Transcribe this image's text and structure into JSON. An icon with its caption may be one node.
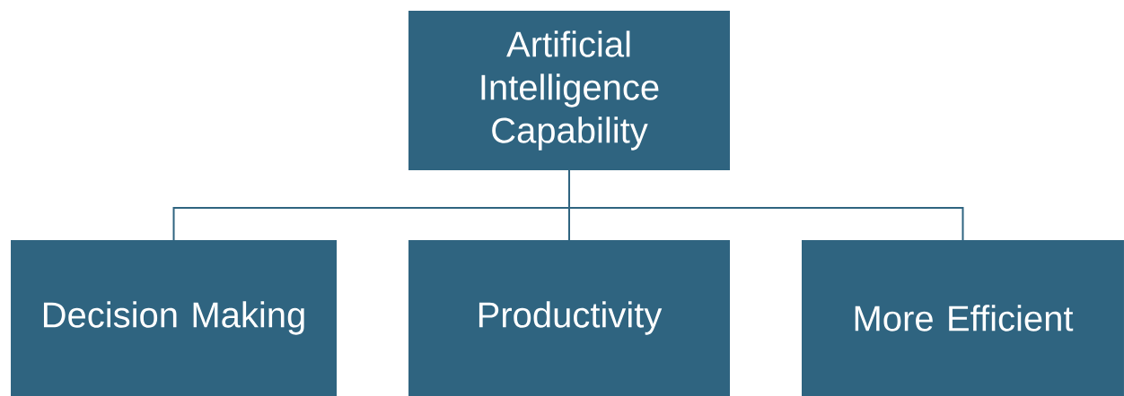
{
  "diagram": {
    "nodes": [
      {
        "text": [
          "Artificial Intelligence Capability"
        ]
      },
      {
        "text": [
          "Decision Making"
        ]
      },
      {
        "text": [
          "Productivity"
        ]
      },
      {
        "text": [
          "More Efficient"
        ]
      }
    ],
    "edges": [
      {
        "from": 0,
        "to": 1,
        "arrow": "none"
      },
      {
        "from": 0,
        "to": 2,
        "arrow": "none"
      },
      {
        "from": 0,
        "to": 3,
        "arrow": "none"
      }
    ]
  }
}
